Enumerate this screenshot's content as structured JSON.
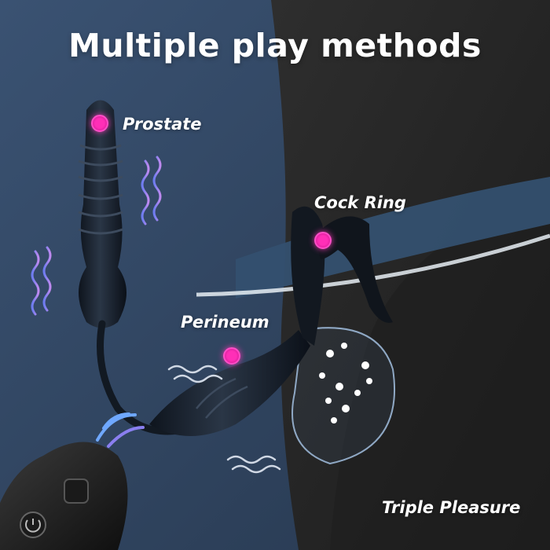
{
  "headline": "Multiple play methods",
  "callouts": {
    "prostate": "Prostate",
    "cock_ring": "Cock Ring",
    "perineum": "Perineum"
  },
  "tagline": "Triple Pleasure",
  "colors": {
    "left_background": "#2f4462",
    "right_background": "#262626",
    "accent_dot": "#ff2fb7",
    "vibration_wave": "#9b7fe8",
    "text": "#ffffff"
  },
  "icons": [
    "vibration-wave-icon",
    "signal-wave-icon",
    "target-dot-icon"
  ]
}
